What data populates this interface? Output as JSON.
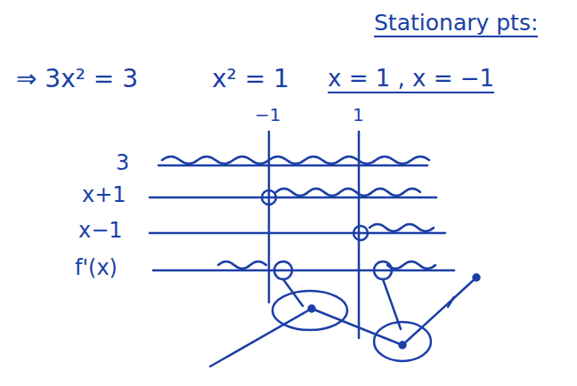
{
  "diagram": {
    "labels": [
      "Stationary pts:",
      "⇒ 3x² = 3",
      "x² = 1",
      "x = 1 , x = −1",
      "−1",
      "1",
      "3",
      "x+1",
      "x−1",
      "f'(x)"
    ]
  }
}
